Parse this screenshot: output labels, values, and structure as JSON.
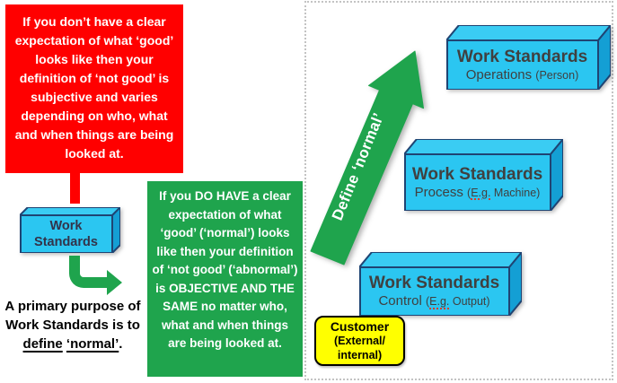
{
  "colors": {
    "cyan_front": "#2bc6f1",
    "cyan_top": "#3accf3",
    "cyan_side": "#149fd4",
    "cube_border": "#1f4473",
    "green": "#1fa44d",
    "red": "#ff0000",
    "yellow": "#ffff00",
    "title_text": "#404040"
  },
  "left": {
    "red_note": "If you don’t have a clear expectation of what ‘good’ looks like then your definition of ‘not good’ is subjective and varies depending on who, what and when things are being looked at.",
    "cube": {
      "line1": "Work",
      "line2": "Standards"
    },
    "caption": {
      "lead": "A primary purpose of Work Standards is to ",
      "u1": "define",
      "u2": "‘normal’",
      "tail": "."
    },
    "green_note": "If you DO HAVE a clear expectation of what ‘good’ (‘normal’) looks like then your definition of ‘not good’ (‘abnormal’) is OBJECTIVE AND THE SAME no matter who, what and when things are being looked at."
  },
  "right": {
    "arrow_label": "Define ‘normal’",
    "cubes": [
      {
        "title": "Work Standards",
        "sub": "Operations ",
        "paren": "(Person)"
      },
      {
        "title": "Work Standards",
        "sub": "Process ",
        "paren_open": "(",
        "eg": "E.g.",
        "paren_rest": " Machine)"
      },
      {
        "title": "Work Standards",
        "sub": "Control ",
        "paren_open": "(",
        "eg": "E.g.",
        "paren_rest": " Output)"
      }
    ],
    "customer": {
      "title": "Customer",
      "line2": "(External/",
      "line3": "internal)"
    }
  }
}
